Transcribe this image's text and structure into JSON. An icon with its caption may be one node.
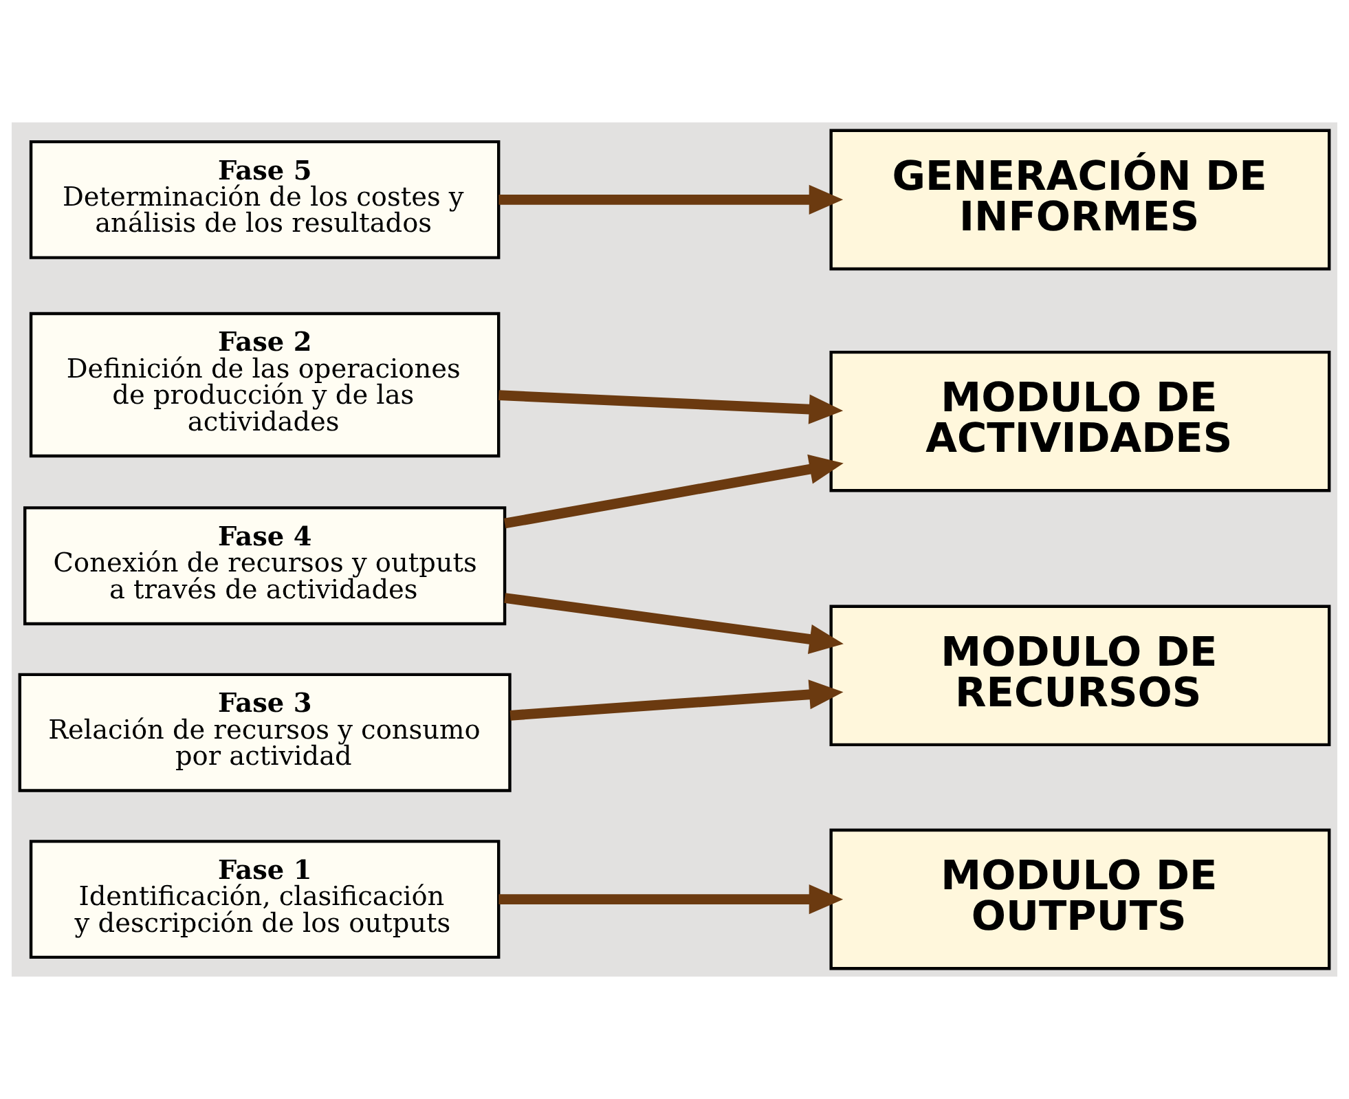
{
  "diagram": {
    "nodes": [
      {
        "text": [
          "Fase 1",
          "Identificación, clasificación y descripción de los outputs"
        ]
      },
      {
        "text": [
          "Fase 2",
          "Definición de las operaciones de producción y de las actividades"
        ]
      },
      {
        "text": [
          "Fase 3",
          "Relación de recursos y consumo por actividad"
        ]
      },
      {
        "text": [
          "Fase 4",
          "Conexión de recursos y outputs a través de actividades"
        ]
      },
      {
        "text": [
          "Fase 5",
          "Determinación de los costes y análisis de los resultados"
        ]
      },
      {
        "text": [
          "MODULO DE OUTPUTS"
        ]
      },
      {
        "text": [
          "MODULO DE ACTIVIDADES"
        ]
      },
      {
        "text": [
          "MODULO DE RECURSOS"
        ]
      },
      {
        "text": [
          "GENERACIÓN DE INFORMES"
        ]
      }
    ],
    "edges": [
      {
        "from": 0,
        "to": 5,
        "arrow": "to"
      },
      {
        "from": 1,
        "to": 6,
        "arrow": "to"
      },
      {
        "from": 2,
        "to": 7,
        "arrow": "to"
      },
      {
        "from": 3,
        "to": 6,
        "arrow": "to"
      },
      {
        "from": 3,
        "to": 7,
        "arrow": "to"
      },
      {
        "from": 4,
        "to": 8,
        "arrow": "to"
      }
    ]
  }
}
